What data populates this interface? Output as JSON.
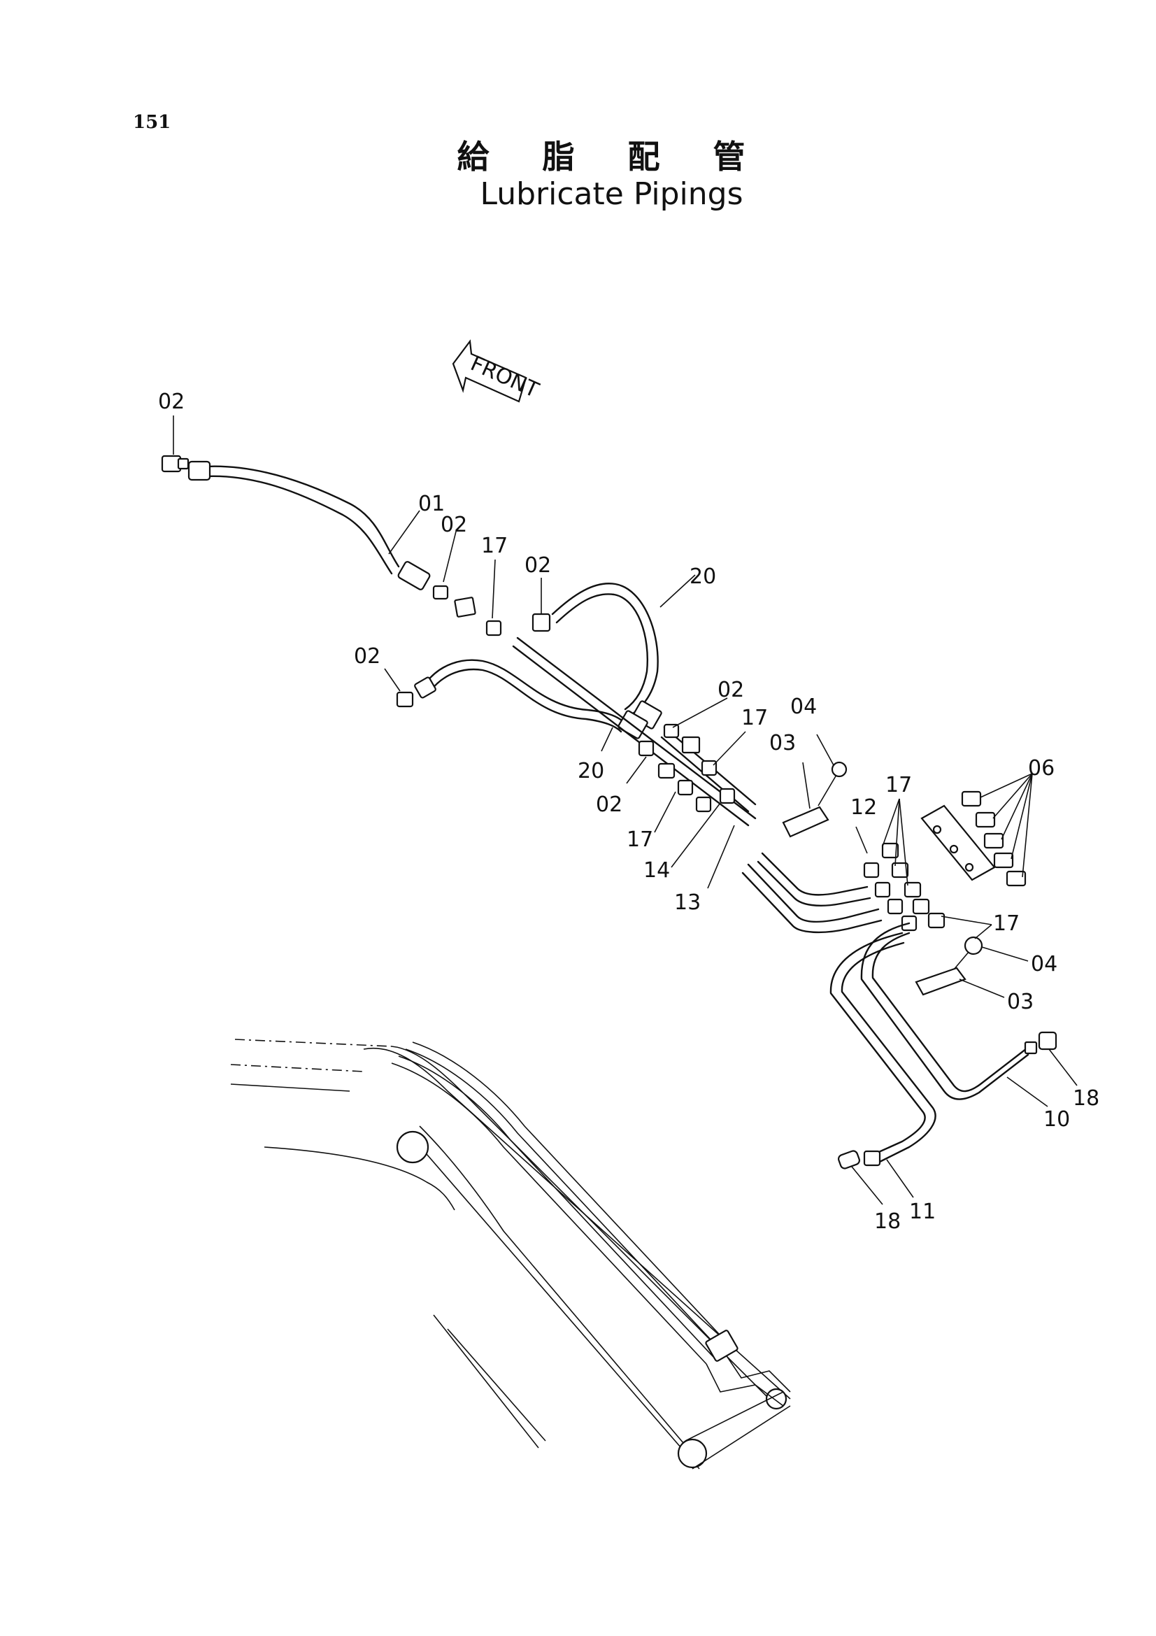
{
  "page_number": "151",
  "title_jp": "給 脂 配 管",
  "title_en": "Lubricate Pipings",
  "front_arrow_label": "FRONT",
  "callouts": [
    {
      "id": "c02a",
      "text": "02"
    },
    {
      "id": "c01",
      "text": "01"
    },
    {
      "id": "c02b",
      "text": "02"
    },
    {
      "id": "c17a",
      "text": "17"
    },
    {
      "id": "c02c",
      "text": "02"
    },
    {
      "id": "c20a",
      "text": "20"
    },
    {
      "id": "c02d",
      "text": "02"
    },
    {
      "id": "c20b",
      "text": "20"
    },
    {
      "id": "c02e",
      "text": "02"
    },
    {
      "id": "c17b",
      "text": "17"
    },
    {
      "id": "c02f",
      "text": "02"
    },
    {
      "id": "c17c",
      "text": "17"
    },
    {
      "id": "c14",
      "text": "14"
    },
    {
      "id": "c13",
      "text": "13"
    },
    {
      "id": "c04a",
      "text": "04"
    },
    {
      "id": "c03a",
      "text": "03"
    },
    {
      "id": "c12",
      "text": "12"
    },
    {
      "id": "c17d",
      "text": "17"
    },
    {
      "id": "c06",
      "text": "06"
    },
    {
      "id": "c17e",
      "text": "17"
    },
    {
      "id": "c04b",
      "text": "04"
    },
    {
      "id": "c03b",
      "text": "03"
    },
    {
      "id": "c18a",
      "text": "18"
    },
    {
      "id": "c10",
      "text": "10"
    },
    {
      "id": "c11",
      "text": "11"
    },
    {
      "id": "c18b",
      "text": "18"
    }
  ]
}
